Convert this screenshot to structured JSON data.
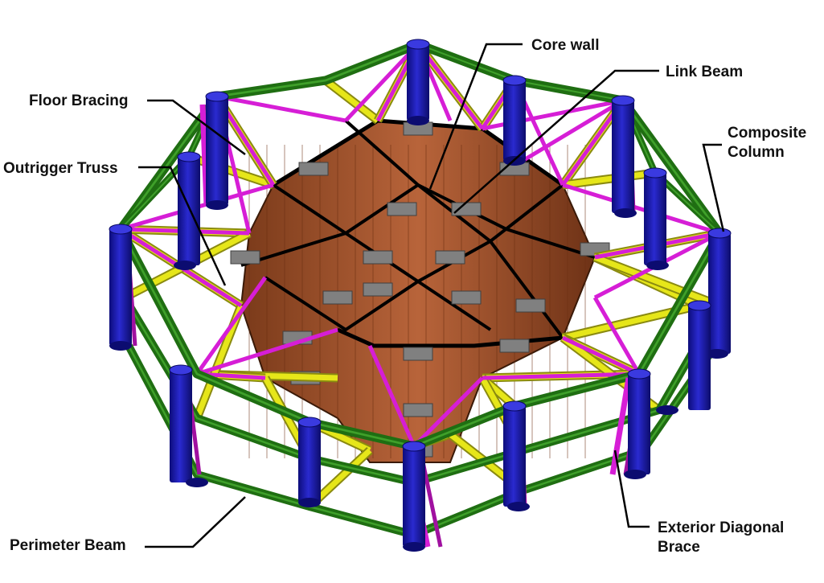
{
  "labels": {
    "core_wall": "Core wall",
    "link_beam": "Link Beam",
    "floor_bracing": "Floor Bracing",
    "composite_column_1": "Composite",
    "composite_column_2": "Column",
    "outrigger_truss": "Outrigger Truss",
    "perimeter_beam": "Perimeter Beam",
    "exterior_brace_1": "Exterior Diagonal",
    "exterior_brace_2": "Brace"
  },
  "colors": {
    "column": "#1a1aa8",
    "perimeter_beam": "#1f6e12",
    "outrigger": "#e6e619",
    "floor_bracing": "#d61ed6",
    "core": "#a0522d",
    "link_beam": "#808080",
    "leader": "#000000"
  },
  "icons": [
    "structural-model-illustration"
  ]
}
